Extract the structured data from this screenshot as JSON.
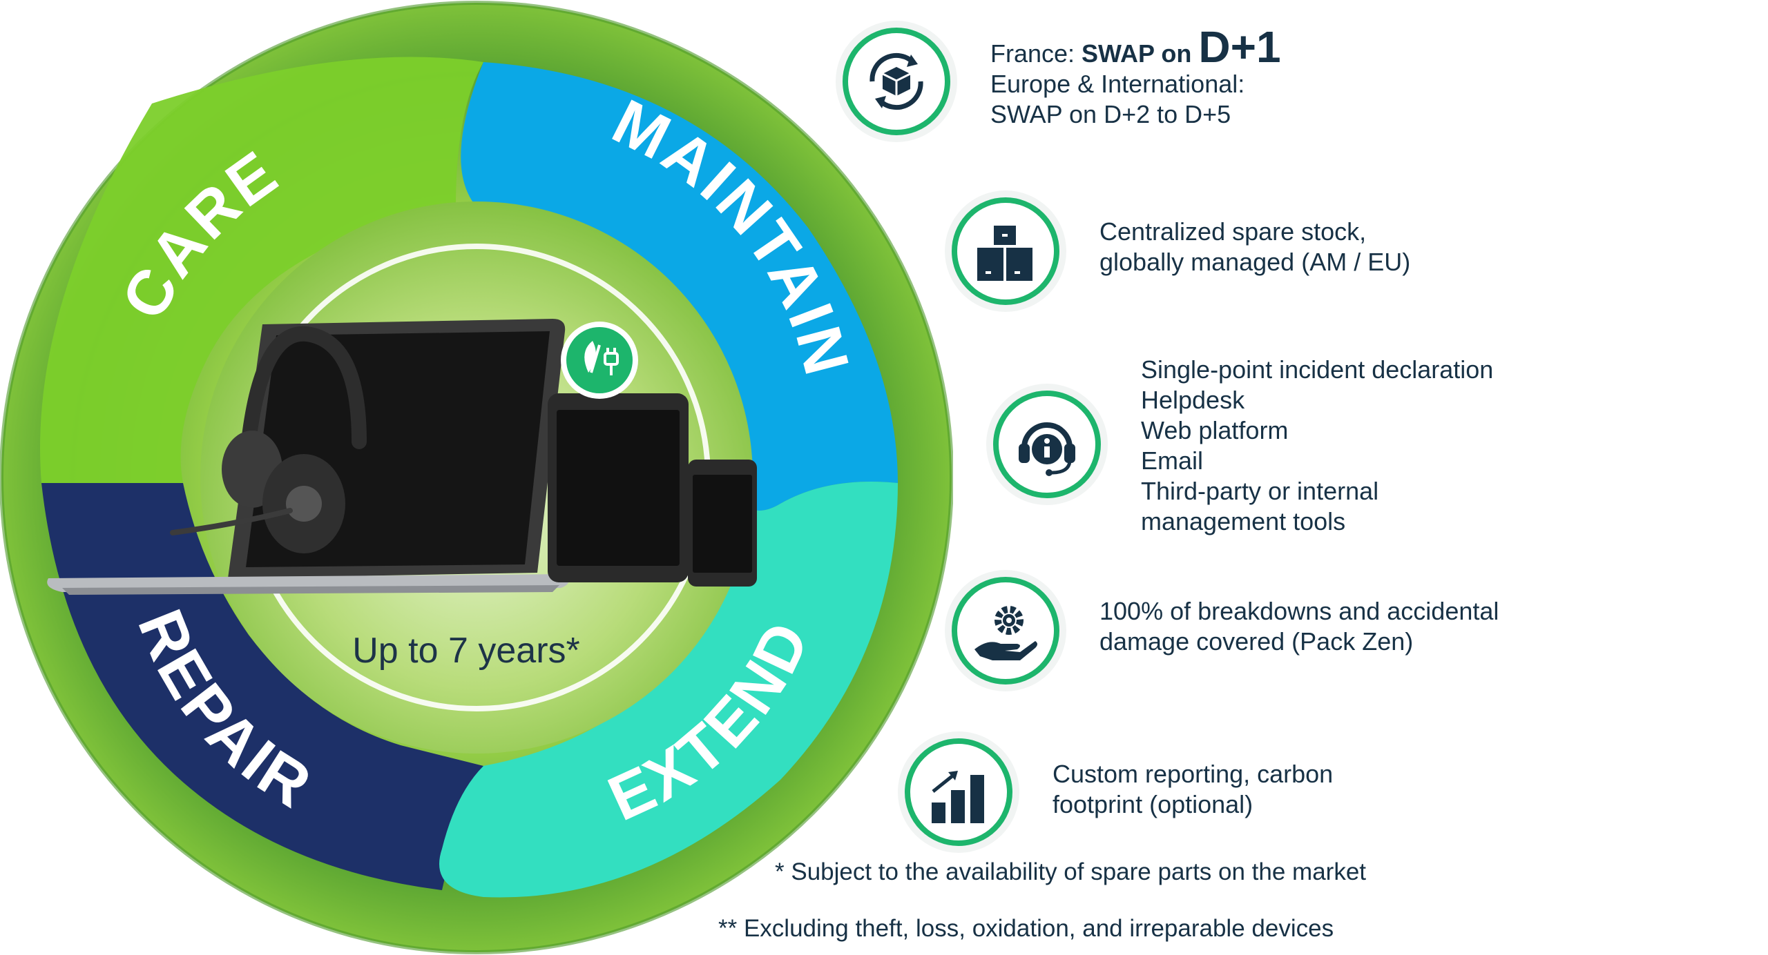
{
  "wheel": {
    "segments": {
      "care": "CARE",
      "maintain": "MAINTAIN",
      "repair": "REPAIR",
      "extend": "EXTEND"
    },
    "center_text": "Up to 7 years*",
    "colors": {
      "care": "#7ccf2b",
      "maintain": "#0ba8e6",
      "repair": "#1d3068",
      "extend": "#33dfc0",
      "ring_green": "#6fbf35"
    }
  },
  "features": [
    {
      "icon": "swap-box-icon",
      "france_prefix": "France: ",
      "france_swap": "SWAP on ",
      "france_day": "D+1",
      "line2": "Europe & International:",
      "line3": "SWAP on D+2 to D+5"
    },
    {
      "icon": "stacked-boxes-icon",
      "line1": "Centralized spare stock,",
      "line2": "globally managed (AM / EU)"
    },
    {
      "icon": "headset-info-icon",
      "line1": "Single-point incident declaration",
      "line2": "Helpdesk",
      "line3": "Web platform",
      "line4": "Email",
      "line5": "Third-party or internal",
      "line6": "management tools"
    },
    {
      "icon": "gear-hand-icon",
      "line1": "100% of breakdowns and accidental",
      "line2": "damage covered (Pack Zen)"
    },
    {
      "icon": "bar-chart-icon",
      "line1": "Custom reporting, carbon",
      "line2": "footprint (optional)"
    }
  ],
  "notes": {
    "note1": "*  Subject to the availability of spare parts on the market",
    "note2": "**  Excluding theft, loss, oxidation, and irreparable devices"
  },
  "accent_color": "#1db56c",
  "text_color": "#173145"
}
